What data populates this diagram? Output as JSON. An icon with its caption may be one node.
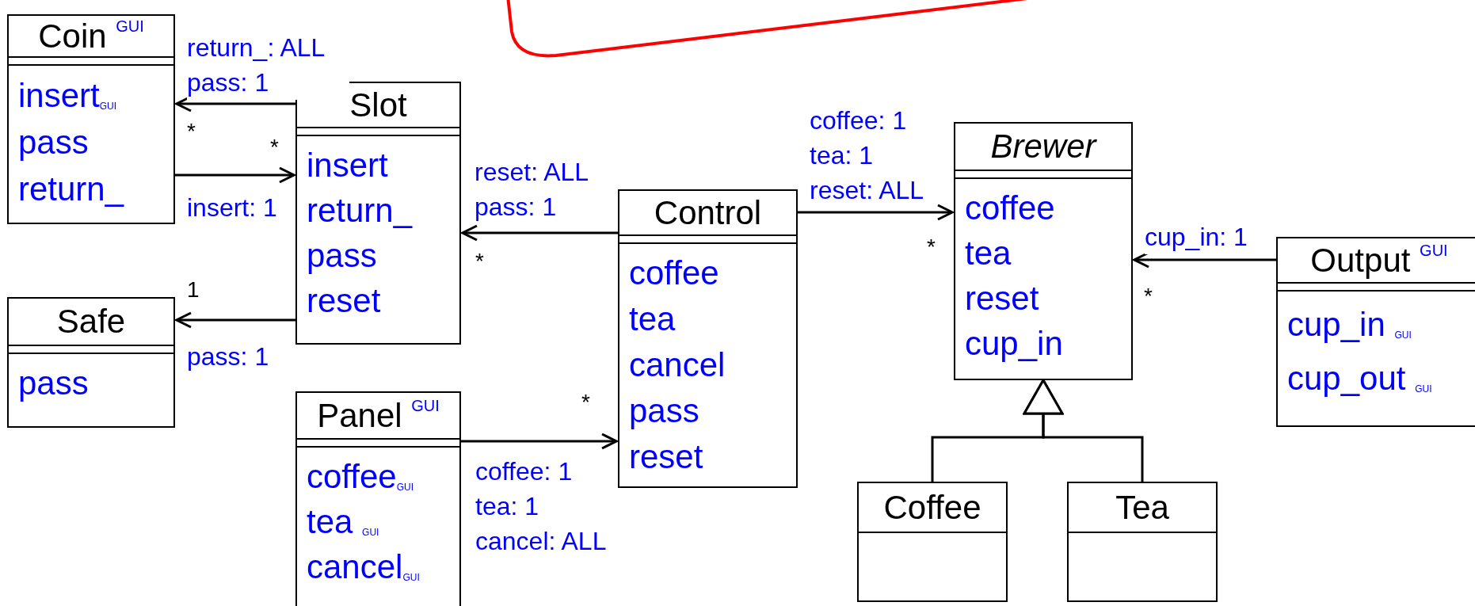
{
  "diagram": {
    "nodes": [
      {
        "text": [
          "Coin $^{GUI}$",
          "insert$_{GUI}$",
          "pass",
          "return_"
        ]
      },
      {
        "text": [
          "Slot",
          "insert",
          "return_",
          "pass",
          "reset"
        ]
      },
      {
        "text": [
          "Brewer",
          "coffee",
          "tea",
          "reset",
          "cup_in"
        ]
      },
      {
        "text": [
          "Control",
          "coffee",
          "tea",
          "cancel",
          "pass",
          "reset"
        ]
      },
      {
        "text": [
          "Output $^{GUI}$",
          "cup_in $_{GUI}$",
          "cup_out $_{GUI}$"
        ]
      },
      {
        "text": [
          "Safe",
          "pass"
        ]
      },
      {
        "text": [
          "Panel $^{GUI}$",
          "coffee$_{GUI}$",
          "tea $_{GUI}$",
          "cancel$_{GUI}$"
        ]
      },
      {
        "text": [
          "Coffee"
        ]
      },
      {
        "text": [
          "Tea"
        ]
      }
    ],
    "edges": [
      {
        "from": 1,
        "to": 0,
        "arrow": "to",
        "label": "return_: ALL pass: 1"
      },
      {
        "from": 0,
        "to": 1,
        "arrow": "to",
        "label": "insert: 1"
      },
      {
        "from": 1,
        "to": 5,
        "arrow": "to",
        "label": "pass: 1"
      },
      {
        "from": 3,
        "to": 1,
        "arrow": "to",
        "label": "reset: ALL pass: 1"
      },
      {
        "from": 6,
        "to": 3,
        "arrow": "to",
        "label": "coffee: 1 tea: 1 cancel: ALL"
      },
      {
        "from": 3,
        "to": 2,
        "arrow": "to",
        "label": "coffee: 1 tea: 1 reset: ALL"
      },
      {
        "from": 4,
        "to": 2,
        "arrow": "to",
        "label": "cup_in: 1"
      },
      {
        "from": 7,
        "to": 2,
        "arrow": "to"
      },
      {
        "from": 8,
        "to": 2,
        "arrow": "to"
      }
    ],
    "labels": [
      "*",
      "*",
      "*",
      "*",
      "1",
      "*",
      "*"
    ]
  }
}
